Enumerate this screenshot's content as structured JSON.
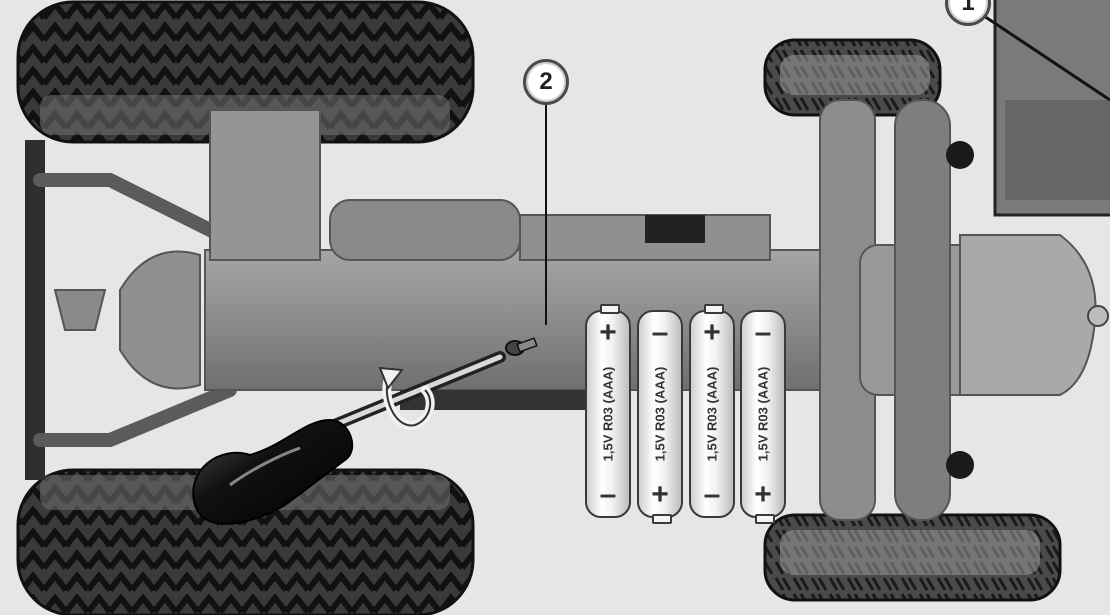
{
  "steps": {
    "step_1": "1",
    "step_2": "2"
  },
  "batteries": [
    {
      "label": "1,5V R03 (AAA)",
      "top_sign": "+",
      "bottom_sign": "–",
      "orientation": "up"
    },
    {
      "label": "1,5V R03 (AAA)",
      "top_sign": "–",
      "bottom_sign": "+",
      "orientation": "down"
    },
    {
      "label": "1,5V R03 (AAA)",
      "top_sign": "+",
      "bottom_sign": "–",
      "orientation": "up"
    },
    {
      "label": "1,5V R03 (AAA)",
      "top_sign": "–",
      "bottom_sign": "+",
      "orientation": "down"
    }
  ],
  "colors": {
    "background": "#e6e6e6",
    "tractor_body": "#8e8e8e",
    "tire": "#2a2a2a",
    "screwdriver_handle": "#1c1c1c"
  },
  "icons": [
    "screwdriver-icon",
    "rotate-arrow-icon",
    "screw-icon"
  ]
}
